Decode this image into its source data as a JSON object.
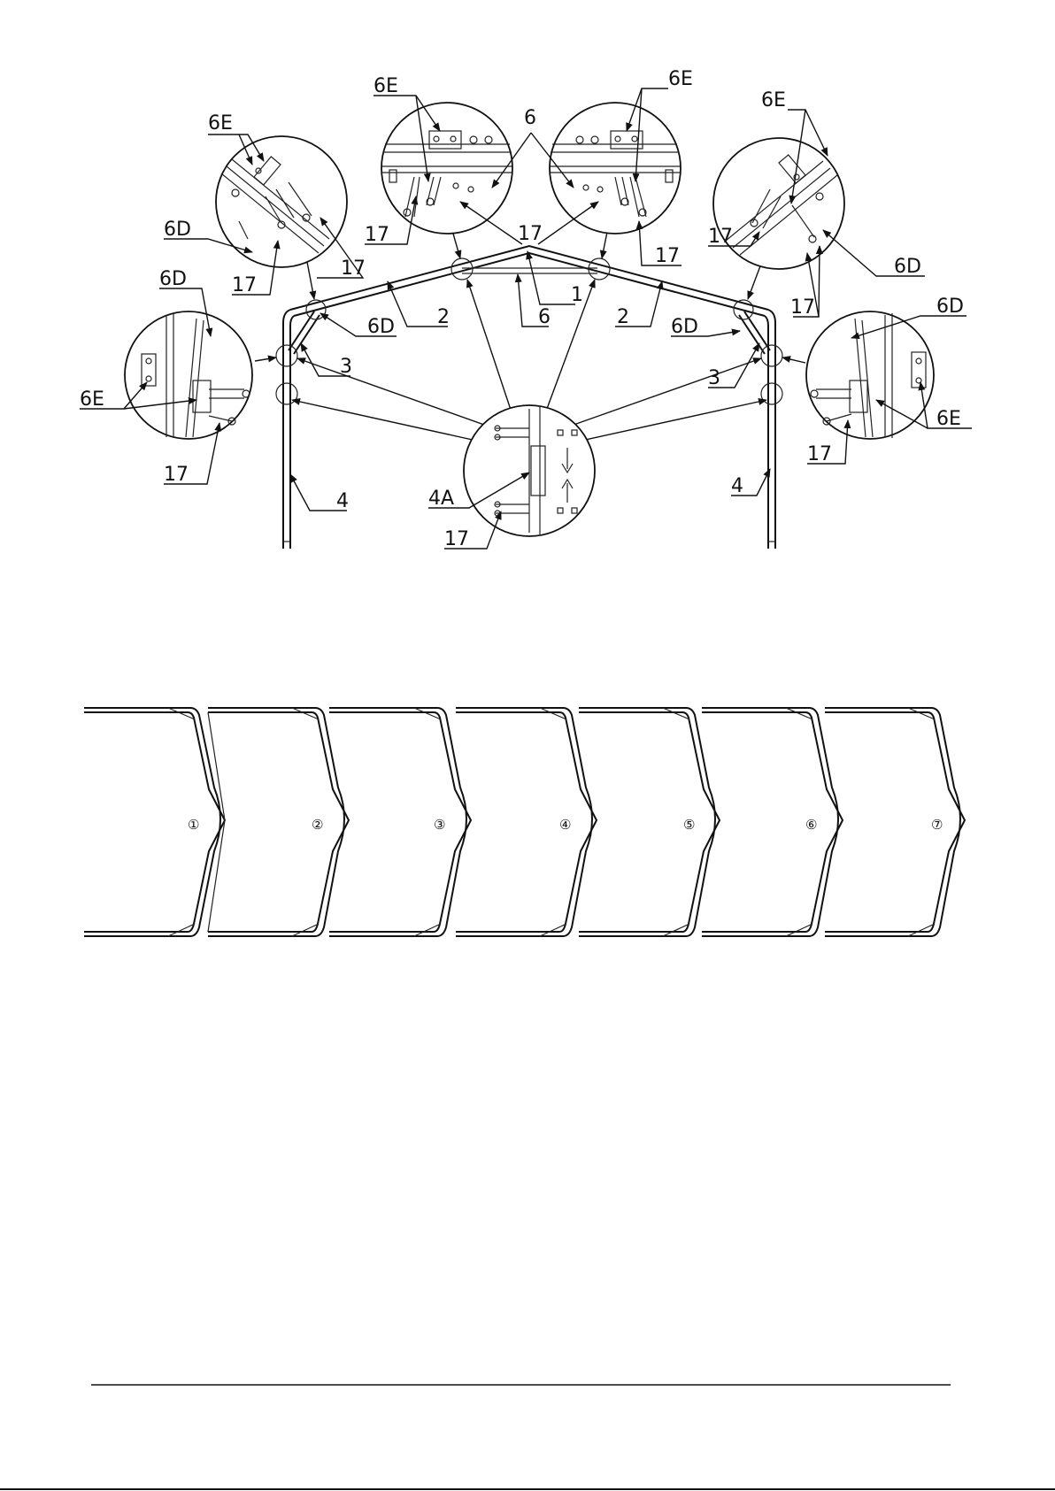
{
  "diagram": {
    "labels": {
      "l6E_a": "6E",
      "l6E_b": "6E",
      "l6E_c": "6E",
      "l6E_d": "6E",
      "l6E_e": "6E",
      "l6E_f": "6E",
      "l6D_a": "6D",
      "l6D_b": "6D",
      "l6D_c": "6D",
      "l6D_d": "6D",
      "l6D_e": "6D",
      "l6D_f": "6D",
      "l6_top": "6",
      "l6_mid": "6",
      "l17_a": "17",
      "l17_b": "17",
      "l17_c": "17",
      "l17_d": "17",
      "l17_e": "17",
      "l17_f": "17",
      "l17_g": "17",
      "l17_h": "17",
      "l17_i": "17",
      "l17_j": "17",
      "l1": "1",
      "l2_left": "2",
      "l2_right": "2",
      "l3_left": "3",
      "l3_right": "3",
      "l4_left": "4",
      "l4_right": "4",
      "l4A": "4A"
    },
    "sections": [
      "①",
      "②",
      "③",
      "④",
      "⑤",
      "⑥",
      "⑦"
    ]
  }
}
